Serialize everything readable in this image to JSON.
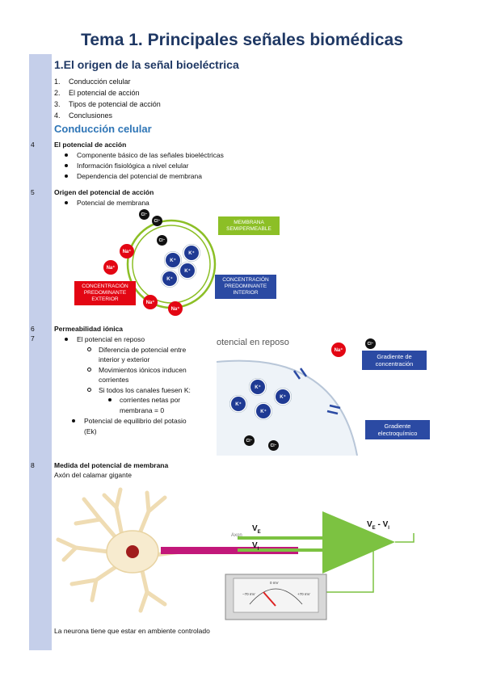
{
  "title": "Tema 1. Principales señales biomédicas",
  "section_heading": "1.El origen de la señal bioeléctrica",
  "toc": [
    {
      "num": "1.",
      "label": "Conducción celular"
    },
    {
      "num": "2.",
      "label": "El potencial de acción"
    },
    {
      "num": "3.",
      "label": "Tipos de potencial de acción"
    },
    {
      "num": "4.",
      "label": "Conclusiones"
    }
  ],
  "subheading": "Conducción celular",
  "slide4": {
    "num": "4",
    "heading": "El potencial de acción",
    "bullets": [
      "Componente básico de las señales bioeléctricas",
      "Información fisiológica a nivel celular",
      "Dependencia del potencial de membrana"
    ]
  },
  "slide5": {
    "num": "5",
    "heading": "Origen del potencial de acción",
    "bullets": [
      "Potencial de membrana"
    ],
    "diagram": {
      "label_membrane": "MEMBRANA SEMIPERMEABLE",
      "label_exterior": "CONCENTRACIÓN PREDOMINANTE EXTERIOR",
      "label_interior": "CONCENTRACIÓN PREDOMINANTE INTERIOR",
      "k": "K⁺",
      "na": "Na⁺",
      "cl": "Cl⁻"
    }
  },
  "slide6": {
    "num6": "6",
    "num7": "7",
    "heading": "Permeabilidad iónica",
    "l1": "El potencial en reposo",
    "l2a": "Diferencia de potencial entre",
    "l2b": "interior y exterior",
    "l3a": "Movimientos iónicos inducen",
    "l3b": "corrientes",
    "l4": "Si todos los canales fuesen K:",
    "l5a": "corrientes netas por",
    "l5b": "membrana = 0",
    "l6a": "Potencial de equilibrio del potasio",
    "l6b": "(Ek)",
    "diagram": {
      "title": "otencial en reposo",
      "gradient_conc": "Gradiente de concentración",
      "gradient_electro": "Gradiente electroquímico",
      "k": "K⁺",
      "na": "Na⁺",
      "cl": "Cl⁻"
    }
  },
  "slide8": {
    "num": "8",
    "heading": "Medida del potencial de membrana",
    "subtitle": "Axón del calamar gigante",
    "diagram": {
      "axon": "Axon",
      "ve": "V",
      "ve_sub": "E",
      "vi": "V",
      "vi_sub": "I",
      "out": "V",
      "out_sub1": "E",
      "out_mid": " - V",
      "out_sub2": "I",
      "meter_zero": "0 mV",
      "meter_left": "−70 mV",
      "meter_right": "+70 mV"
    },
    "footer": "La neurona tiene que estar en ambiente controlado"
  },
  "colors": {
    "title": "#1f3864",
    "subheading": "#2e75b6",
    "margin_bar": "#c5cfea",
    "membrane_label": "#8cbf26",
    "exterior_label": "#e30613",
    "interior_label": "#2b4aa3",
    "axon": "#c2187a",
    "amplifier": "#7cc241"
  }
}
